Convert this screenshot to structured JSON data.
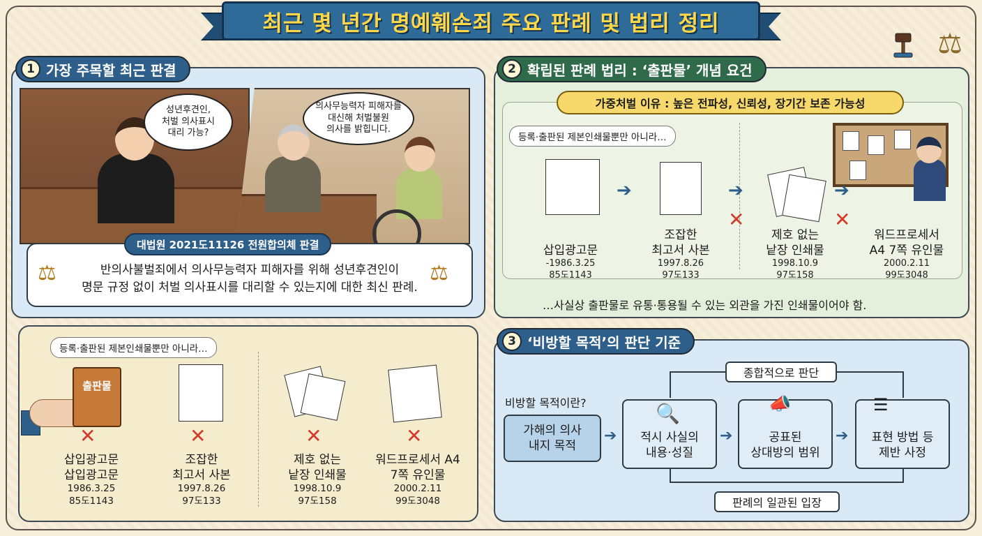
{
  "title": "최근 몇 년간 명예훼손죄 주요 판례 및 법리 정리",
  "section1": {
    "num": "1",
    "heading": "가장 주목할 최근 판결",
    "bubble_judge": "성년후견인,\n처벌 의사표시\n대리 가능?",
    "bubble_lawyer": "의사무능력자 피해자를\n대신해 처벌불원\n의사를 밝힙니다.",
    "ruling_tag": "대법원 2021도11126 전원합의체 판결",
    "ruling_text_1": "반의사불벌죄에서 의사무능력자 피해자를 위해 성년후견인이",
    "ruling_text_2": "명문 규정 없이 처벌 의사표시를 대리할 수 있는지에 대한 최신 판례."
  },
  "section2": {
    "num": "2",
    "heading": "확립된 판례 법리 : ‘출판물’ 개념 요건",
    "reason": "가중처벌 이유 : 높은 전파성, 신뢰성, 장기간 보존 가능성",
    "note": "등록·출판된 제본인쇄물뿐만 아니라…",
    "items": [
      {
        "name": "삽입광고문",
        "meta": "-1986.3.25\n85도1143"
      },
      {
        "name": "조잡한\n최고서 사본",
        "meta": "1997.8.26\n97도133"
      },
      {
        "name": "제호 없는\n낱장 인쇄물",
        "meta": "1998.10.9\n97도158"
      },
      {
        "name": "워드프로세서\nA4 7쪽 유인물",
        "meta": "2000.2.11\n99도3048"
      }
    ],
    "bottom_note": "…사실상 출판물로 유통·통용될 수 있는 외관을 가진 인쇄물이어야 함."
  },
  "section3": {
    "num": "3",
    "heading": "‘비방할 목적’의 판단 기준",
    "question": "비방할 목적이란?",
    "definition": "가해의 의사\n내지 목적",
    "factors": [
      "적시 사실의\n내용·성질",
      "공표된\n상대방의 범위",
      "표현 방법 등\n제반 사정"
    ],
    "top_label": "종합적으로 판단",
    "bottom_label": "판례의 일관된 입장"
  },
  "section4": {
    "note": "등록·출판된 제본인쇄물뿐만 아니라…",
    "book_label": "출판물",
    "items": [
      {
        "name": "삽입광고문\n삽입광고문",
        "meta": "1986.3.25\n85도1143"
      },
      {
        "name": "조잡한\n최고서 사본",
        "meta": "1997.8.26\n97도133"
      },
      {
        "name": "제호 없는\n낱장 인쇄물",
        "meta": "1998.10.9\n97도158"
      },
      {
        "name": "워드프로세서 A4\n7쪽 유인물",
        "meta": "2000.2.11\n99도3048"
      }
    ]
  },
  "colors": {
    "banner": "#2f6b98",
    "banner_text": "#ffd84a",
    "section_green": "#2f6a4a",
    "section_blue": "#2e5e8a",
    "cross": "#d23a2a"
  }
}
